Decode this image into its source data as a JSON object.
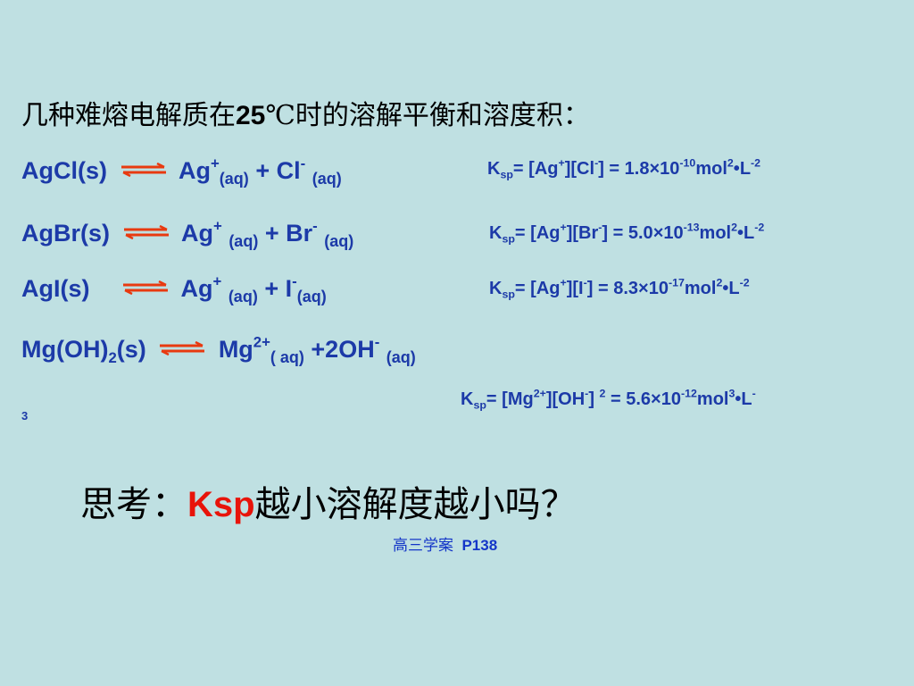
{
  "title": {
    "text_before": "几种难熔电解质在",
    "temp": "25",
    "text_after": "℃时的溶解平衡和溶度积："
  },
  "equilibria": [
    {
      "reactant": "AgCl(s)",
      "cation": "Ag",
      "cation_charge": "+",
      "cation_state": "(aq)",
      "plus": "+",
      "anion": "Cl",
      "anion_charge": "-",
      "anion_state": "(aq)",
      "ksp_label": "K",
      "ksp_sub": "sp",
      "ksp_expr": "= [Ag+][Cl-] = 1.8×10-10mol2•L-2",
      "k_p1": "= [Ag",
      "k_p1s": "+",
      "k_p2": "][Cl",
      "k_p2s": "-",
      "k_p3": "] = 1.8",
      "k_times": "×",
      "k_p4": "10",
      "k_p4s": "-10",
      "k_p5": "mol",
      "k_p5s": "2",
      "k_dot": "•",
      "k_p6": "L",
      "k_p6s": "-2"
    },
    {
      "reactant": "AgBr(s)",
      "cation": "Ag",
      "cation_charge": "+",
      "cation_state": "(aq)",
      "plus": "+",
      "anion": "Br",
      "anion_charge": "-",
      "anion_state": "(aq)",
      "ksp_label": "K",
      "ksp_sub": "sp",
      "k_p1": "= [Ag",
      "k_p1s": "+",
      "k_p2": "][Br",
      "k_p2s": "-",
      "k_p3": "] = 5.0",
      "k_times": "×",
      "k_p4": "10",
      "k_p4s": "-13",
      "k_p5": "mol",
      "k_p5s": "2",
      "k_dot": "•",
      "k_p6": "L",
      "k_p6s": "-2"
    },
    {
      "reactant": "AgI(s)",
      "cation": "Ag",
      "cation_charge": "+",
      "cation_state": "(aq)",
      "plus": "+",
      "anion": "I",
      "anion_charge": "-",
      "anion_state": "(aq)",
      "ksp_label": "K",
      "ksp_sub": "sp",
      "k_p1": "= [Ag",
      "k_p1s": "+",
      "k_p2": "][I",
      "k_p2s": "-",
      "k_p3": "] = 8.3",
      "k_times": "×",
      "k_p4": "10",
      "k_p4s": "-17",
      "k_p5": "mol",
      "k_p5s": "2",
      "k_dot": "•",
      "k_p6": "L",
      "k_p6s": "-2"
    },
    {
      "reactant": "Mg(OH)",
      "reactant_sub": "2",
      "reactant_tail": "(s)",
      "cation": "Mg",
      "cation_charge": "2+",
      "cation_state": "( aq)",
      "plus": "+2OH",
      "anion_charge": "-",
      "anion_state": "(aq)",
      "ksp_label": "K",
      "ksp_sub": "sp",
      "k_p1": "= [Mg",
      "k_p1s": "2+",
      "k_p2": "][OH",
      "k_p2s": "-",
      "k_p3": "] ",
      "k_p3s": "2",
      "k_p3b": " = 5.6",
      "k_times": "×",
      "k_p4": "10",
      "k_p4s": "-12",
      "k_p5": "mol",
      "k_p5s": "3",
      "k_dot": "•",
      "k_p6": "L",
      "k_p6s": "-",
      "k_wrap": "3"
    }
  ],
  "question": {
    "prefix": "思考：",
    "highlight": "Ksp",
    "suffix": "越小溶解度越小吗？"
  },
  "reference": {
    "book": "高三学案",
    "page": "P138"
  },
  "colors": {
    "background": "#bfe0e2",
    "equation": "#1c3aa8",
    "highlight": "#e8140a",
    "arrow": "#e83a10",
    "reference": "#1436c8"
  }
}
